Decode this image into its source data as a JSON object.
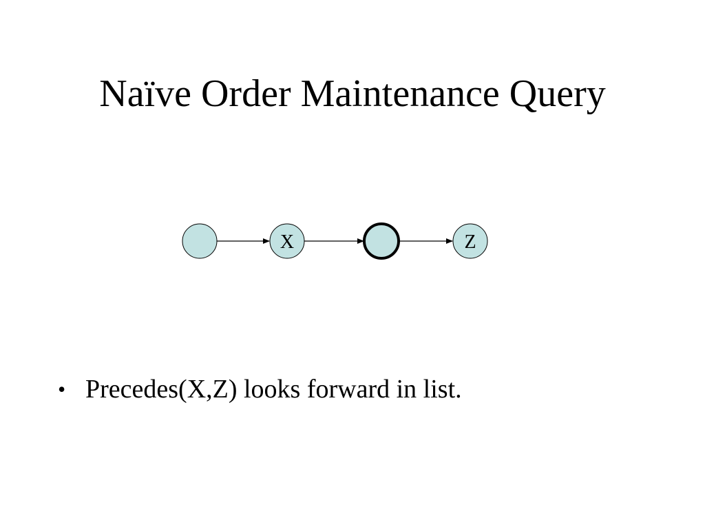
{
  "slide": {
    "title": "Naïve Order Maintenance Query"
  },
  "diagram": {
    "node_fill": "#c2e2e2",
    "node_stroke": "#000000",
    "nodes": [
      {
        "id": "n1",
        "label": "",
        "highlighted": false
      },
      {
        "id": "n2",
        "label": "X",
        "highlighted": false
      },
      {
        "id": "n3",
        "label": "",
        "highlighted": true
      },
      {
        "id": "n4",
        "label": "Z",
        "highlighted": false
      }
    ],
    "edges": [
      {
        "from": "n1",
        "to": "n2"
      },
      {
        "from": "n2",
        "to": "n3"
      },
      {
        "from": "n3",
        "to": "n4"
      }
    ]
  },
  "bullets": [
    {
      "marker": "•",
      "text": "Precedes(X,Z) looks forward in list."
    }
  ]
}
